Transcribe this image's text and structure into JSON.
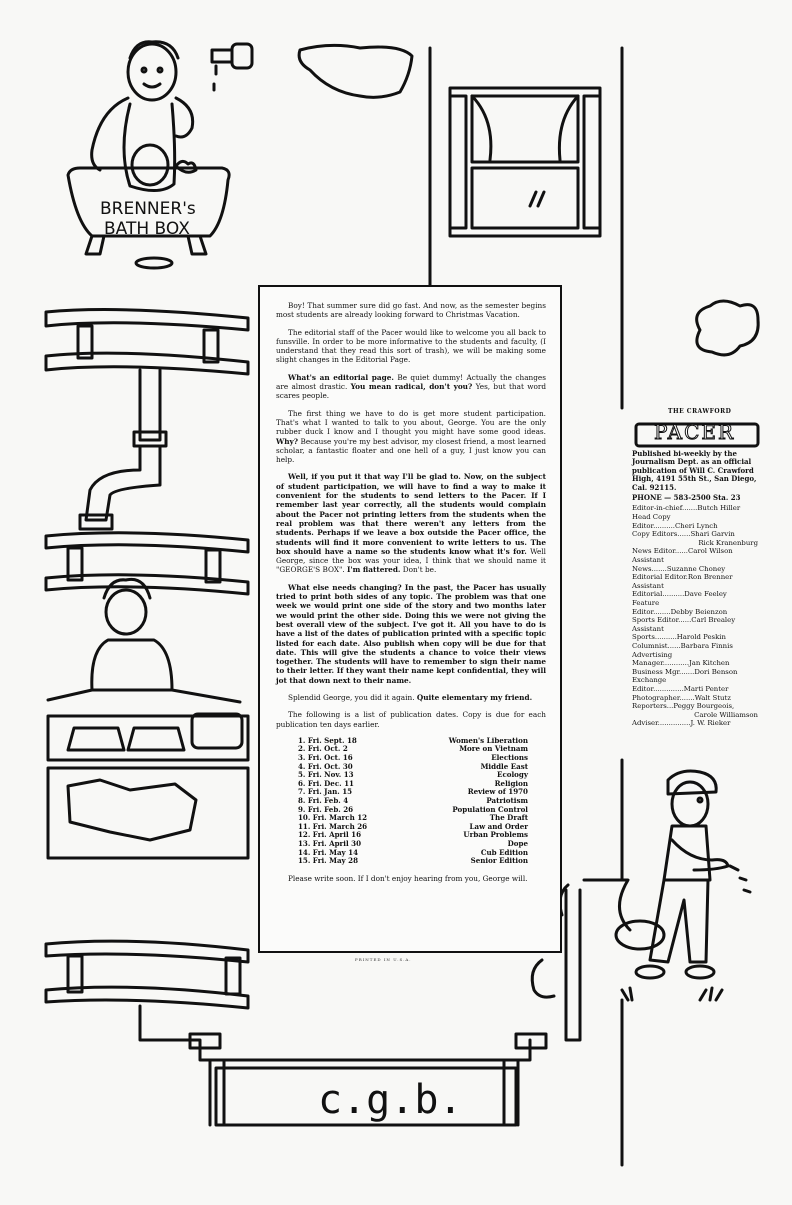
{
  "editorial": {
    "p1": "Boy! That summer sure did go fast. And now, as the semester begins most students are already looking forward to Christmas Vacation.",
    "p2": "The editorial staff of the Pacer would like to welcome you all back to funsville. In order to be more informative to the students and faculty, (I understand that they read this sort of trash), we will be making some slight changes in the Editorial Page.",
    "p3_bold1": "What's an editorial page.",
    "p3_a": " Be quiet dummy! Actually the changes are almost drastic. ",
    "p3_bold2": "You mean radical, don't you?",
    "p3_b": " Yes, but that word scares people.",
    "p4_a": "The first thing we have to do is get more student participation. That's what I wanted to talk to you about, George. You are the only rubber duck I know and I thought you might have some good ideas. ",
    "p4_bold": "Why?",
    "p4_b": " Because you're my best advisor, my closest friend, a most learned scholar, a fantastic floater and one hell of a guy, I just know you can help.",
    "p5_bold": "Well, if you put it that way I'll be glad to. Now, on the subject of student participation, we will have to find a way to make it convenient for the students to send letters to the Pacer. If I remember last year correctly, all the students would complain about the Pacer not printing letters from the students when the real problem was that there weren't any letters from the students. Perhaps if we leave a box outside the Pacer office, the students will find it more convenient to write letters to us. The box should have a name so the students know what it's for.",
    "p5_a": " Well George, since the box was your idea, I think that we should name it \"GEORGE'S BOX\". ",
    "p5_bold2": "I'm flattered.",
    "p5_b": " Don't be.",
    "p6_a": "What else needs changing? In the past, the Pacer has usually tried to print both sides of any topic. The problem was that one week we would print one side of the story and two months later we would print the other side. Doing this we were not giving the best overall view of the subject. I've got it. ",
    "p6_bold": "All you have to do is have a list of the dates of publication printed with a specific topic listed for each date. Also publish when copy will be due for that date. This will give the students a chance to voice their views together. The students will have to remember to sign their name to their letter. If they want their name kept confidential, they will jot that down next to their name.",
    "p7_a": "Splendid George, you did it again. ",
    "p7_bold": "Quite elementary my friend.",
    "p8": "The following is a list of publication dates. Copy is due for each publication ten days earlier.",
    "p9": "Please write soon. If I don't enjoy hearing from you, George will."
  },
  "schedule": [
    {
      "date": "1. Fri. Sept. 18",
      "topic": "Women's Liberation"
    },
    {
      "date": "2. Fri. Oct. 2",
      "topic": "More on Vietnam"
    },
    {
      "date": "3. Fri. Oct. 16",
      "topic": "Elections"
    },
    {
      "date": "4. Fri. Oct. 30",
      "topic": "Middle East"
    },
    {
      "date": "5. Fri. Nov. 13",
      "topic": "Ecology"
    },
    {
      "date": "6. Fri. Dec. 11",
      "topic": "Religion"
    },
    {
      "date": "7. Fri. Jan. 15",
      "topic": "Review of 1970"
    },
    {
      "date": "8. Fri. Feb. 4",
      "topic": "Patriotism"
    },
    {
      "date": "9. Fri. Feb. 26",
      "topic": "Population Control"
    },
    {
      "date": "10. Fri. March 12",
      "topic": "The Draft"
    },
    {
      "date": "11. Fri. March 26",
      "topic": "Law and Order"
    },
    {
      "date": "12. Fri. April 16",
      "topic": "Urban Problems"
    },
    {
      "date": "13. Fri. April 30",
      "topic": "Dope"
    },
    {
      "date": "14. Fri. May 14",
      "topic": "Cub Edition"
    },
    {
      "date": "15. Fri. May 28",
      "topic": "Senior Edition"
    }
  ],
  "masthead": {
    "logo_small": "THE CRAWFORD",
    "logo_big": "PACER",
    "published": "Published bi-weekly by the Journalism Dept. as an official publication of Will C. Crawford High, 4191 55th St., San Diego, Cal. 92115.",
    "phone": "PHONE — 583-2500 Sta. 23",
    "staff": [
      "Editor-in-chief.......Butch Hiller",
      "Head Copy",
      "Editor..........Cheri Lynch",
      "Copy Editors......Shari Garvin",
      "Rick Kranenburg",
      "News Editor......Carol Wilson",
      "Assistant",
      "News.......Suzanne Choney",
      "Editorial Editor.Ron Brenner",
      "Assistant",
      "Editorial..........Dave Feeley",
      "Feature",
      "Editor........Debby Beienzon",
      "Sports Editor......Carl Brealey",
      "Assistant",
      "Sports..........Harold Peskin",
      "Columnist......Barbara Finnis",
      "Advertising",
      "Manager............Jan Kitchen",
      "Business Mgr.......Dori Benson",
      "Exchange",
      "Editor..............Marti Penter",
      "Photographer.......Walt Stutz",
      "Reporters...Peggy Bourgeois,",
      "Carole Williamson",
      "Adviser...............J. W. Rieker"
    ]
  },
  "cartoon": {
    "bath_sign_line1": "BRENNER's",
    "bath_sign_line2": "BATH BOX",
    "signature": "c.g.b.",
    "printed": "PRINTED IN U.S.A."
  }
}
